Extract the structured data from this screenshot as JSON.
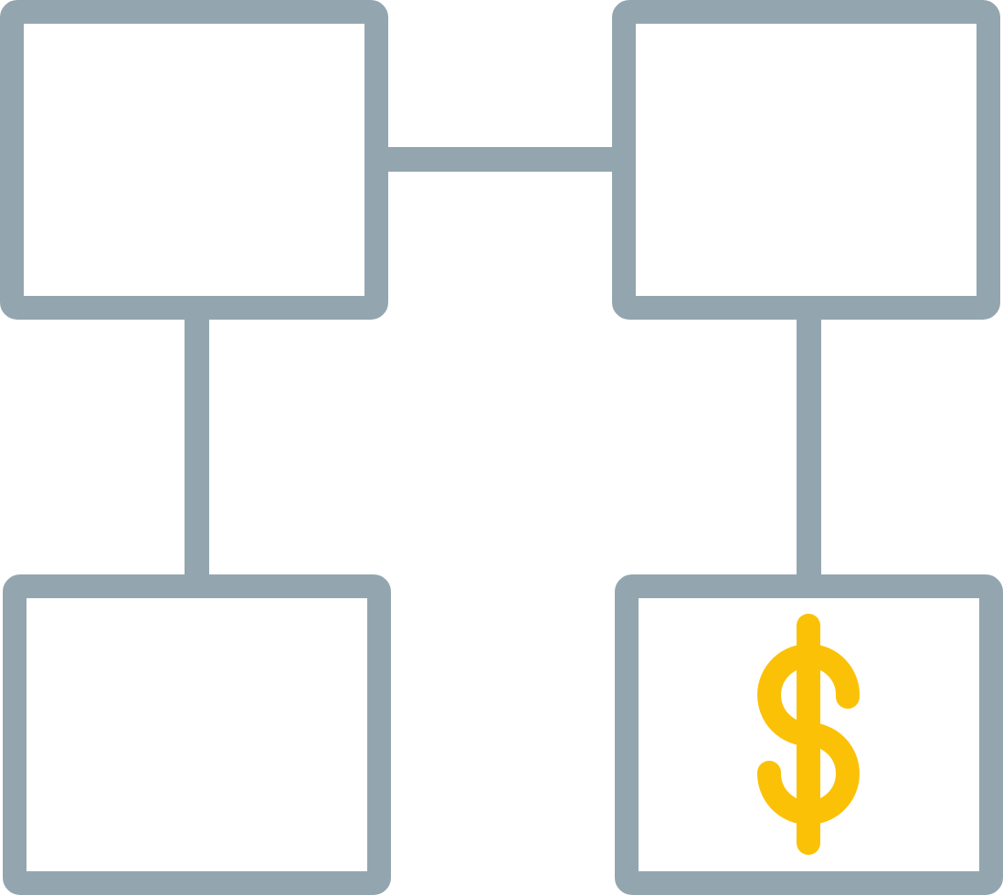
{
  "icon": {
    "name": "cash-flow-diagram-icon",
    "colors": {
      "stroke": "#93a6b0",
      "accent": "#fbc107",
      "background": "#ffffff"
    },
    "nodes": [
      {
        "name": "node-top-left"
      },
      {
        "name": "node-top-right"
      },
      {
        "name": "node-bottom-left"
      },
      {
        "name": "node-bottom-right",
        "symbol": "dollar-sign-icon"
      }
    ],
    "connectors": [
      {
        "name": "connector-top-horizontal"
      },
      {
        "name": "connector-left-vertical"
      },
      {
        "name": "connector-right-vertical"
      }
    ]
  }
}
